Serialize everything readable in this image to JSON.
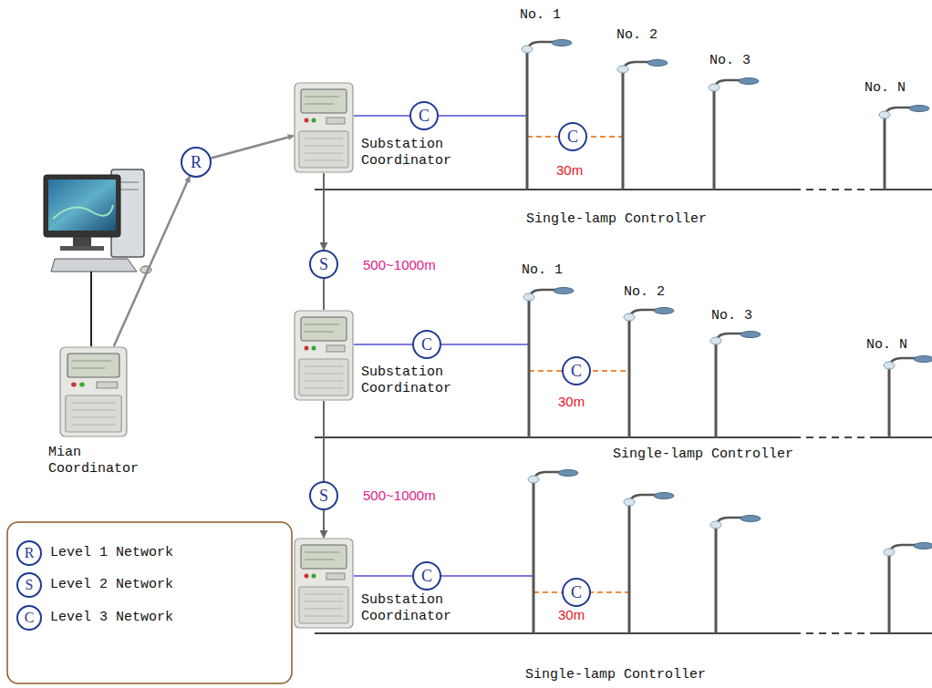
{
  "diagram": {
    "nodes": [
      {
        "text": [
          "Mian Coordinator"
        ]
      },
      {
        "text": [
          "R"
        ]
      },
      {
        "text": [
          "Substation Coordinator"
        ]
      },
      {
        "text": [
          "C"
        ]
      },
      {
        "text": [
          "C"
        ]
      },
      {
        "text": [
          "S"
        ]
      },
      {
        "text": [
          "Substation Coordinator"
        ]
      },
      {
        "text": [
          "C"
        ]
      },
      {
        "text": [
          "C"
        ]
      },
      {
        "text": [
          "S"
        ]
      },
      {
        "text": [
          "Substation Coordinator"
        ]
      },
      {
        "text": [
          "C"
        ]
      },
      {
        "text": [
          "C"
        ]
      }
    ],
    "edges": [
      {
        "from": 0,
        "to": 1,
        "arrow": "to"
      },
      {
        "from": 1,
        "to": 2,
        "arrow": "to"
      },
      {
        "from": 2,
        "to": 3,
        "arrow": "none"
      },
      {
        "from": 2,
        "to": 5,
        "arrow": "to"
      },
      {
        "from": 5,
        "to": 6,
        "arrow": "none"
      },
      {
        "from": 6,
        "to": 7,
        "arrow": "none"
      },
      {
        "from": 6,
        "to": 9,
        "arrow": "none"
      },
      {
        "from": 9,
        "to": 10,
        "arrow": "to"
      },
      {
        "from": 10,
        "to": 11,
        "arrow": "none"
      }
    ],
    "labels": [
      "No. 1",
      "No. 2",
      "No. 3",
      "No. N",
      "30m",
      "Single-lamp Controller",
      "500~1000m",
      "No. 1",
      "No. 2",
      "No. 3",
      "No. N",
      "30m",
      "Single-lamp Controller",
      "500~1000m",
      "30m",
      "Single-lamp Controller",
      "R",
      "S",
      "C"
    ],
    "legend": [
      {
        "text": "Level 1 Network"
      },
      {
        "text": "Level 2 Network"
      },
      {
        "text": "Level 3 Network"
      }
    ]
  }
}
